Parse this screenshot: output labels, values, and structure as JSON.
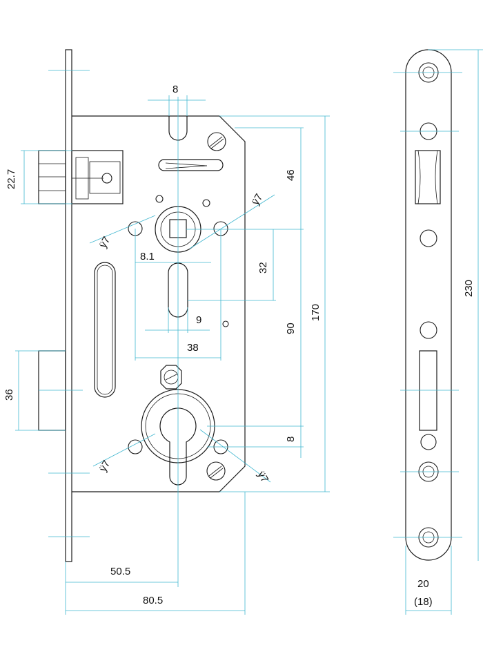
{
  "colors": {
    "outline": "#1a1a1a",
    "dimension_line": "#3fb6cf",
    "background": "#ffffff"
  },
  "dimensions": {
    "slot_width": "8",
    "d_46": "46",
    "d_170": "170",
    "d_32": "32",
    "d_90": "90",
    "d_8_lower": "8",
    "d_9": "9",
    "d_8_1": "8.1",
    "d_38": "38",
    "d_22_7": "22.7",
    "d_36": "36",
    "d_50_5": "50.5",
    "d_80_5": "80.5",
    "d_230": "230",
    "d_20": "20",
    "d_18": "(18)",
    "hole_upper_left": "ÿ7",
    "hole_upper_right": "ÿ7",
    "hole_lower_left": "ÿ7",
    "hole_lower_right": "ÿ7"
  }
}
